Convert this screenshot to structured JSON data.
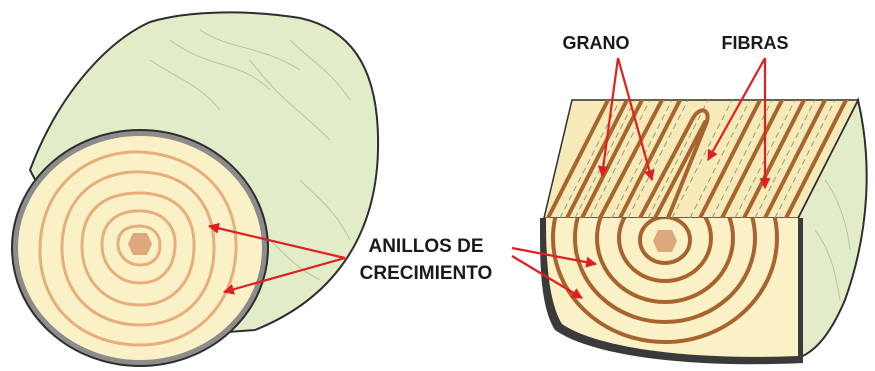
{
  "labels": {
    "grano": "GRANO",
    "fibras": "FIBRAS",
    "anillos_line1": "ANILLOS DE",
    "anillos_line2": "CRECIMIENTO"
  },
  "colors": {
    "bark_side": "#e3ecc9",
    "bark_outline": "#2e2e2e",
    "wood_face": "#fbf1c6",
    "ring_light": "#e7ae7b",
    "ring_dark": "#a8632f",
    "pith": "#dfa77c",
    "arrow": "#e02020",
    "label_text": "#1a1a1a"
  }
}
